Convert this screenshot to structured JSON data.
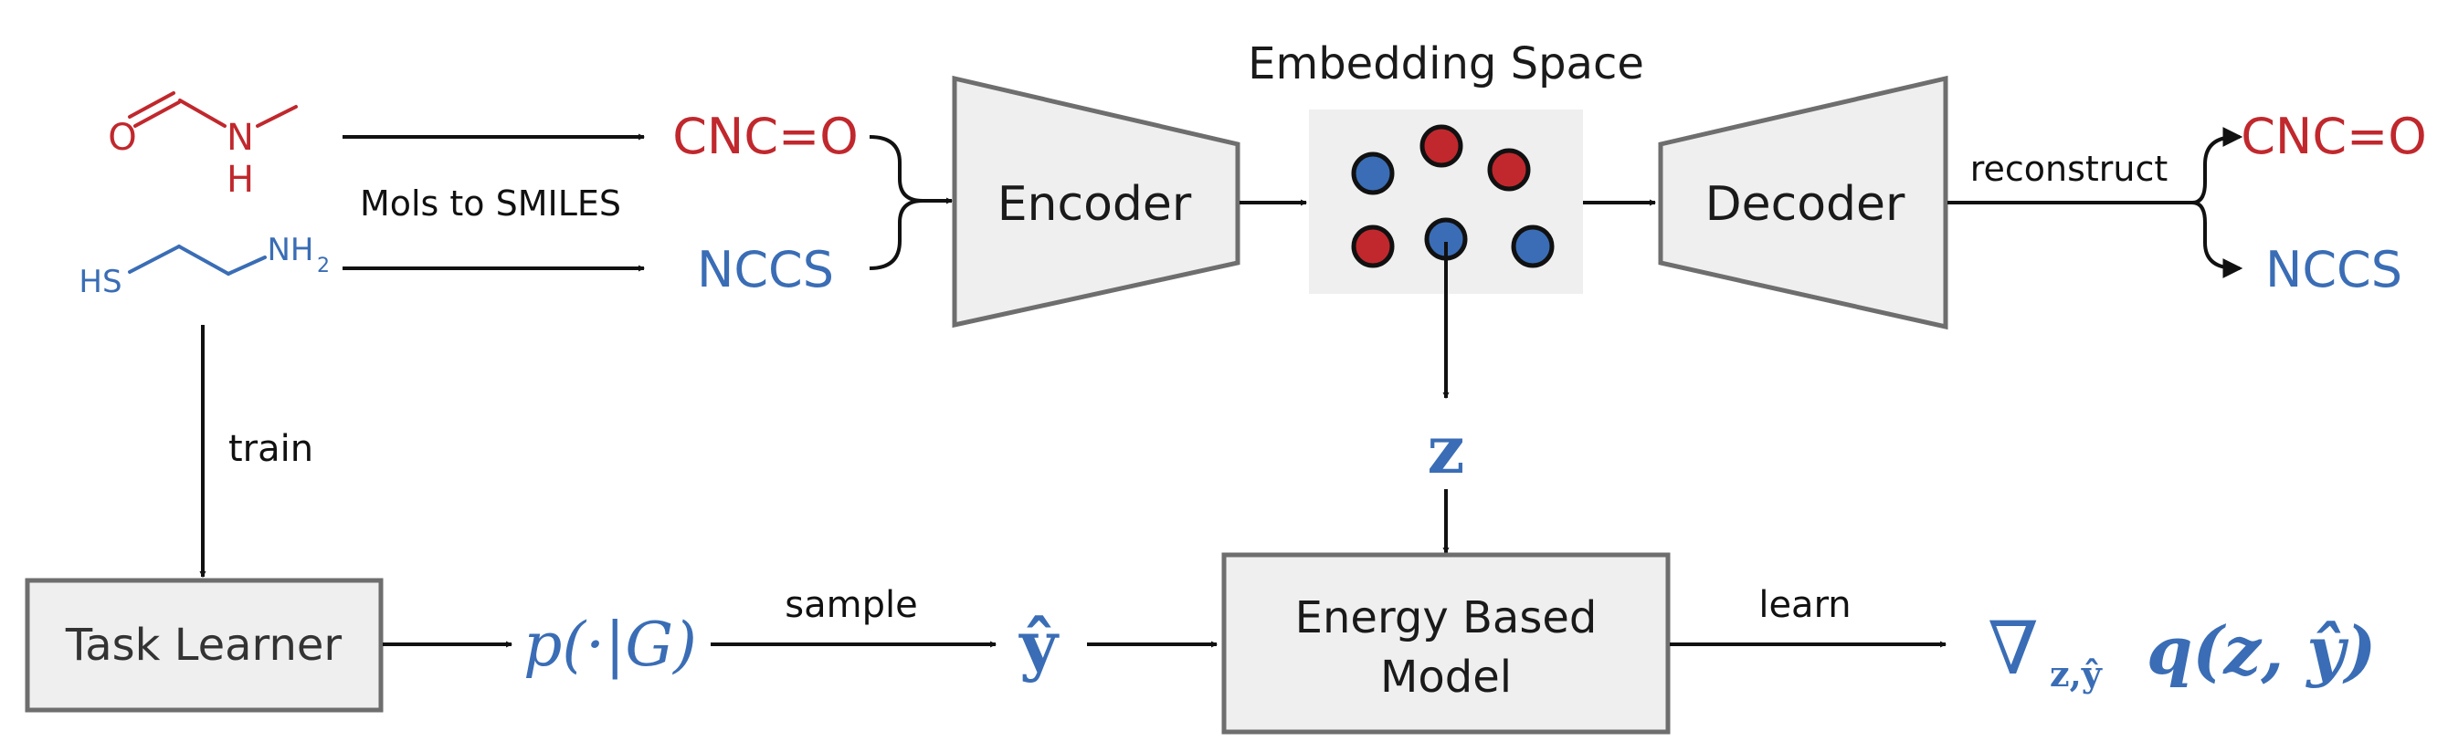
{
  "colors": {
    "red": "#c0282d",
    "blue": "#3a6db5",
    "box_fill": "#efefef",
    "box_stroke": "#6e6e6e",
    "embed_bg": "#efefef",
    "text": "#1a1a1a"
  },
  "molecules": {
    "formamide": {
      "atom_o": "O",
      "atom_n": "N",
      "atom_h": "H"
    },
    "cysteamine": {
      "atom_hs": "HS",
      "atom_nh": "NH",
      "atom_sub2": "2"
    }
  },
  "labels": {
    "mols_to_smiles": "Mols to SMILES",
    "train": "train",
    "sample": "sample",
    "learn": "learn",
    "reconstruct": "reconstruct",
    "embedding_space": "Embedding Space"
  },
  "smiles": {
    "input_1": "CNC=O",
    "input_2": "NCCS",
    "output_1": "CNC=O",
    "output_2": "NCCS"
  },
  "boxes": {
    "encoder": "Encoder",
    "decoder": "Decoder",
    "task_learner": "Task Learner",
    "ebm_line1": "Energy Based",
    "ebm_line2": "Model"
  },
  "math": {
    "z": "z",
    "p_dist": "p(·|G)",
    "y_hat": "ŷ",
    "grad_nabla": "∇",
    "grad_sub": "z,ŷ",
    "grad_body": "q(z, ŷ)"
  },
  "embedding_points": [
    "blue",
    "red",
    "red",
    "red",
    "blue",
    "blue"
  ]
}
